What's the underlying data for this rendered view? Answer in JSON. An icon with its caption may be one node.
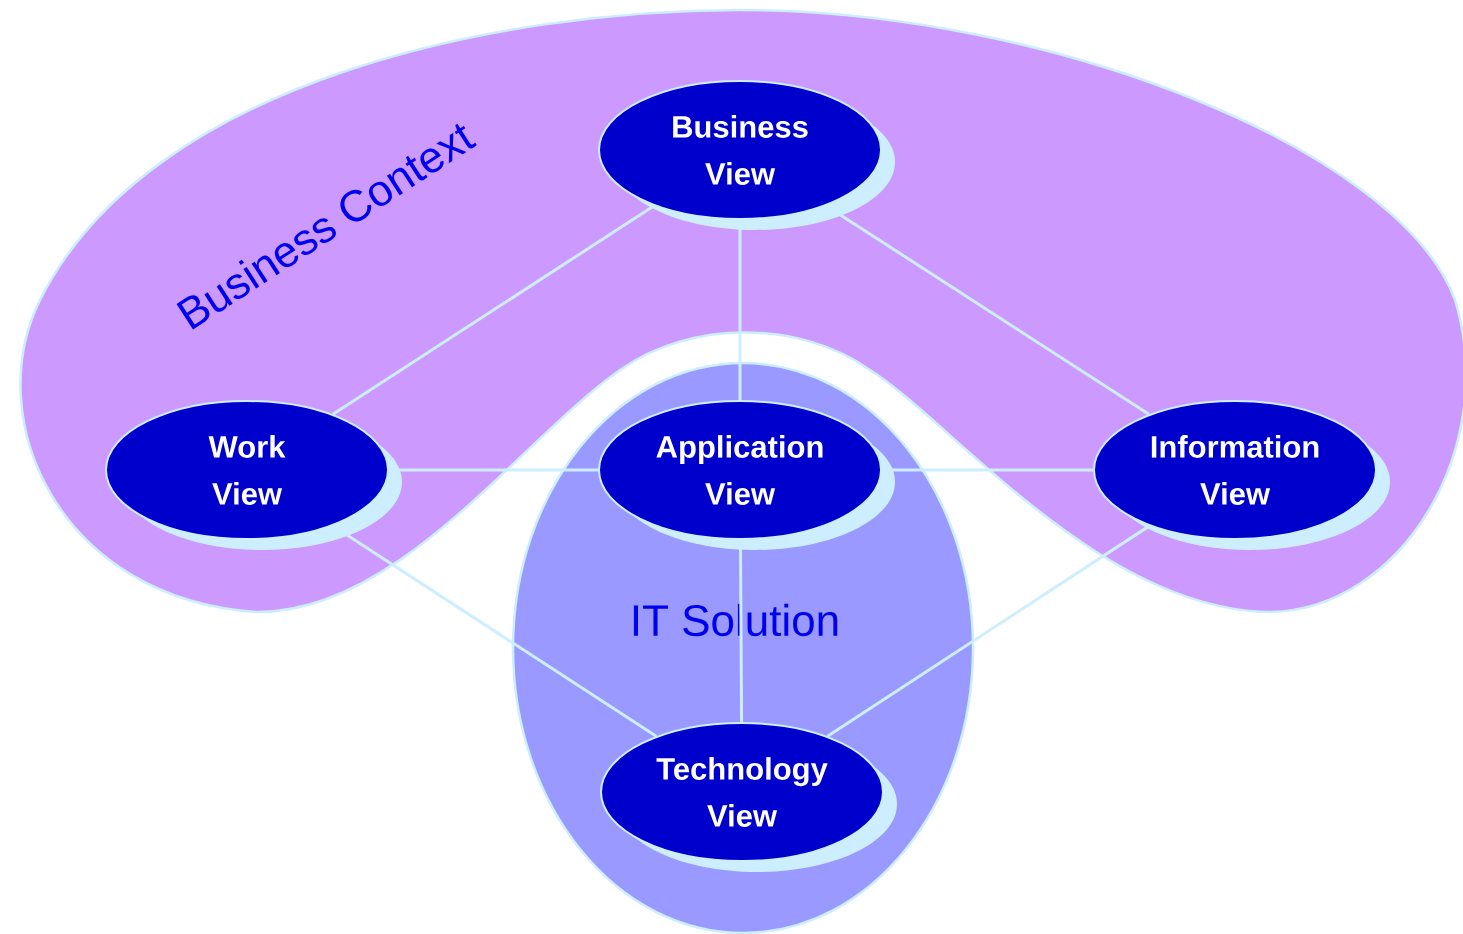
{
  "diagram": {
    "nodes": [
      {
        "text": [
          "Business Context"
        ]
      },
      {
        "text": [
          "IT Solution"
        ]
      },
      {
        "text": [
          "Business View"
        ],
        "in": 0
      },
      {
        "text": [
          "Work View"
        ],
        "in": 0
      },
      {
        "text": [
          "Application View"
        ],
        "in": 1
      },
      {
        "text": [
          "Information View"
        ],
        "in": 0
      },
      {
        "text": [
          "Technology View"
        ],
        "in": 1
      }
    ],
    "edges": [
      {
        "from": 2,
        "to": 3,
        "arrow": "none"
      },
      {
        "from": 2,
        "to": 4,
        "arrow": "none"
      },
      {
        "from": 2,
        "to": 5,
        "arrow": "none"
      },
      {
        "from": 3,
        "to": 4,
        "arrow": "none"
      },
      {
        "from": 4,
        "to": 5,
        "arrow": "none"
      },
      {
        "from": 3,
        "to": 6,
        "arrow": "none"
      },
      {
        "from": 4,
        "to": 6,
        "arrow": "none"
      },
      {
        "from": 5,
        "to": 6,
        "arrow": "none"
      }
    ]
  }
}
